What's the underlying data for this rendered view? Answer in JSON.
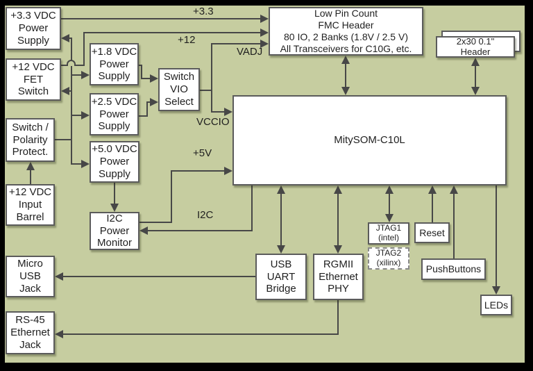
{
  "title": "MitySOM-C10L development board block diagram",
  "colors": {
    "frame": "#000000",
    "background": "#c6cda0",
    "box_fill": "#ffffff",
    "box_border": "#5b5b5b",
    "wire": "#474747",
    "text": "#1f1f1f"
  },
  "boxes": {
    "psu_3v3": {
      "label": "+3.3 VDC\nPower\nSupply"
    },
    "fet_switch": {
      "label": "+12 VDC\nFET\nSwitch"
    },
    "polarity": {
      "label": "Switch /\nPolarity\nProtect."
    },
    "input_barrel": {
      "label": "+12 VDC\nInput\nBarrel"
    },
    "micro_usb": {
      "label": "Micro\nUSB\nJack"
    },
    "rs45": {
      "label": "RS-45\nEthernet\nJack"
    },
    "psu_1v8": {
      "label": "+1.8 VDC\nPower\nSupply"
    },
    "psu_2v5": {
      "label": "+2.5 VDC\nPower\nSupply"
    },
    "psu_5v0": {
      "label": "+5.0 VDC\nPower\nSupply"
    },
    "i2c_monitor": {
      "label": "I2C\nPower\nMonitor"
    },
    "vio_select": {
      "label": "Switch\nVIO\nSelect"
    },
    "fmc": {
      "label": "Low Pin Count\nFMC Header\n80 IO, 2 Banks (1.8V / 2.5 V)\nAll Transceivers for C10G, etc."
    },
    "header_2x30": {
      "label": "2x30 0.1\"\nHeader"
    },
    "mitysom": {
      "label": "MitySOM-C10L"
    },
    "usb_uart": {
      "label": "USB\nUART\nBridge"
    },
    "rgmii": {
      "label": "RGMII\nEthernet\nPHY"
    },
    "jtag1": {
      "label": "JTAG1\n(intel)"
    },
    "jtag2": {
      "label": "JTAG2\n(xilinx)"
    },
    "reset": {
      "label": "Reset"
    },
    "pushbuttons": {
      "label": "PushButtons"
    },
    "leds": {
      "label": "LEDs"
    }
  },
  "wire_labels": {
    "v3_3": "+3.3",
    "v12": "+12",
    "vadj": "VADJ",
    "vccio": "VCCIO",
    "v5": "+5V",
    "i2c": "I2C"
  }
}
